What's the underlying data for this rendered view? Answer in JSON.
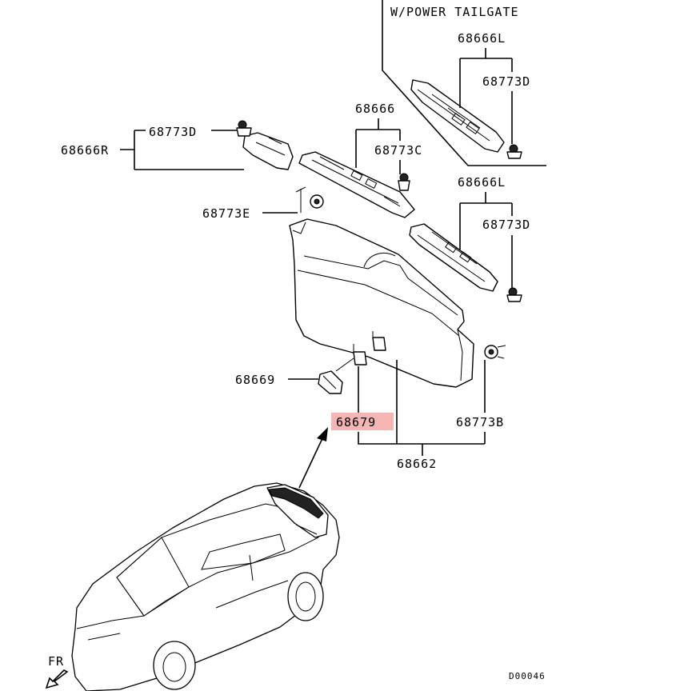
{
  "variant_label": "W/POWER TAILGATE",
  "direction_label": "FR",
  "diagram_code": "D00046",
  "highlight_color": "#f5b5b5",
  "parts": {
    "p68666L_top": "68666L",
    "p68773D_top": "68773D",
    "p68666": "68666",
    "p68773C": "68773C",
    "p68773D_left": "68773D",
    "p68666R": "68666R",
    "p68773E": "68773E",
    "p68666L_mid": "68666L",
    "p68773D_mid": "68773D",
    "p68669": "68669",
    "p68679": "68679",
    "p68773B": "68773B",
    "p68662": "68662"
  }
}
